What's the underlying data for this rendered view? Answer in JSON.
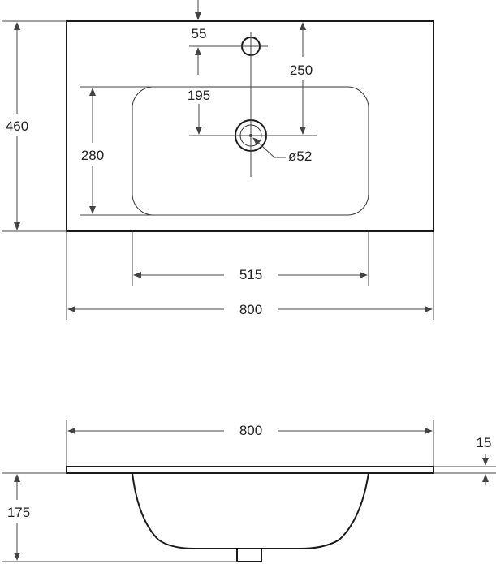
{
  "top_view": {
    "dims": {
      "tap_offset": "55",
      "drain_to_back": "250",
      "bowl_back_to_drain": "195",
      "drain_diameter": "ø52",
      "bowl_depth": "280",
      "overall_depth": "460",
      "bowl_width": "515",
      "overall_width": "800"
    }
  },
  "side_view": {
    "dims": {
      "overall_width": "800",
      "top_thickness": "15",
      "bowl_height": "175"
    }
  }
}
